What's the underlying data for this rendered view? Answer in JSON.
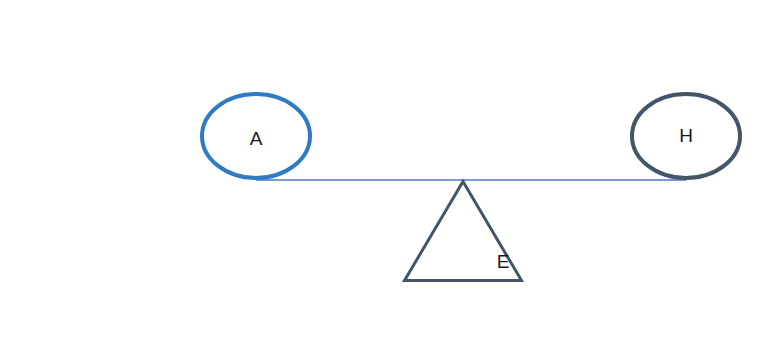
{
  "diagram": {
    "nodes": [
      {
        "text": [
          "A"
        ]
      },
      {
        "text": [
          "H"
        ]
      },
      {
        "text": [
          "E"
        ]
      }
    ],
    "edges": [
      {
        "from": 0,
        "to": 1,
        "arrow": "none"
      }
    ]
  }
}
